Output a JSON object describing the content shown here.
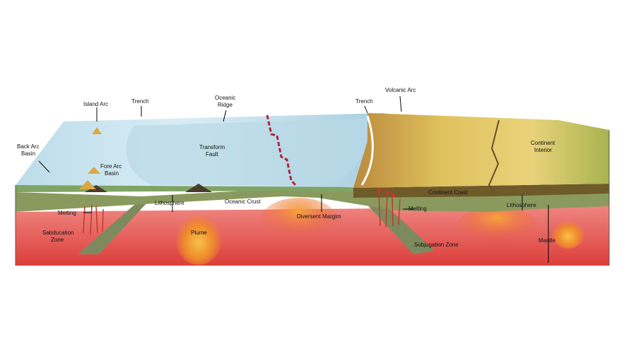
{
  "diagram": {
    "colors": {
      "ocean_light": "#d8ecf4",
      "ocean_mid": "#a9cfe2",
      "ocean_deep": "#7fb3cc",
      "continent_yellow": "#e6cd6a",
      "continent_green": "#a9b450",
      "continent_brown": "#b98a3e",
      "crust_green": "#7fa463",
      "lithosphere_olive": "#8a9a5e",
      "mantle_red": "#e2504a",
      "mantle_pink": "#ef7d78",
      "magma_orange": "#f08a2c",
      "magma_yellow": "#f7c24a",
      "ridge_line": "#b0263a",
      "volcano_dark": "#4a3a2e"
    },
    "labels": {
      "island_arc": "Island Arc",
      "trench_left": "Trench",
      "oceanic_ridge_line1": "Oceanic",
      "oceanic_ridge_line2": "Ridge",
      "trench_right": "Trench",
      "volcanic_arc": "Volcanic Arc",
      "back_arc_line1": "Back Arc",
      "back_arc_line2": "Basin",
      "transform_line1": "Transform",
      "transform_line2": "Fault",
      "continent_interior_line1": "Continent",
      "continent_interior_line2": "Interior",
      "fore_arc_line1": "Fore Arc",
      "fore_arc_line2": "Basin",
      "continent_crust": "Continent Crast",
      "lithosphere_left": "Lithosphere",
      "oceanic_crust": "Oceanic Crust",
      "melting_left": "Melting",
      "melting_right": "Melting",
      "lithosphere_right": "Lithosphere",
      "divergent_margin": "Diversent Margim",
      "plume": "Plume",
      "subduction_line1": "Sabducation",
      "subduction_line2": "Zone",
      "subjugation": "Subjugation Zone",
      "mantle": "Mantle"
    }
  }
}
